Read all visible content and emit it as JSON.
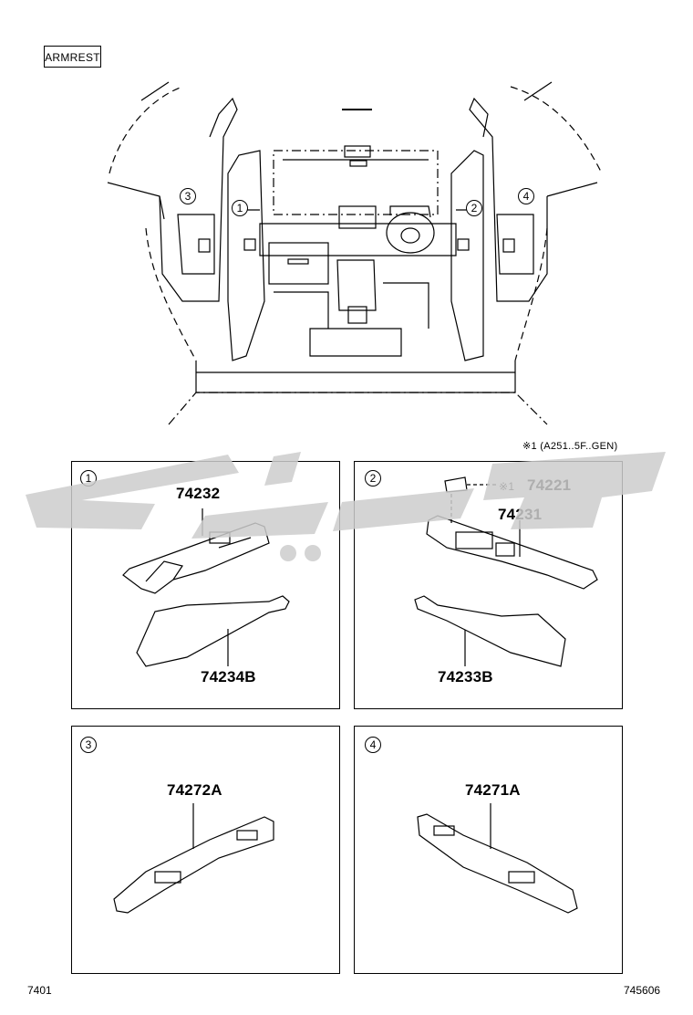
{
  "section_label": "ARMREST",
  "footnote": "※1 (A251..5F..GEN)",
  "overview": {
    "callouts": [
      "3",
      "1",
      "2",
      "4"
    ]
  },
  "panels": [
    {
      "index": "1",
      "parts": [
        "74232",
        "74234B"
      ]
    },
    {
      "index": "2",
      "parts": [
        "74221",
        "74231",
        "74233B"
      ],
      "note_mark": "※1"
    },
    {
      "index": "3",
      "parts": [
        "74272A"
      ]
    },
    {
      "index": "4",
      "parts": [
        "74271A"
      ]
    }
  ],
  "footer": {
    "left": "7401",
    "right": "745606"
  },
  "colors": {
    "line": "#000000",
    "watermark": "#cccccc",
    "background": "#ffffff"
  }
}
